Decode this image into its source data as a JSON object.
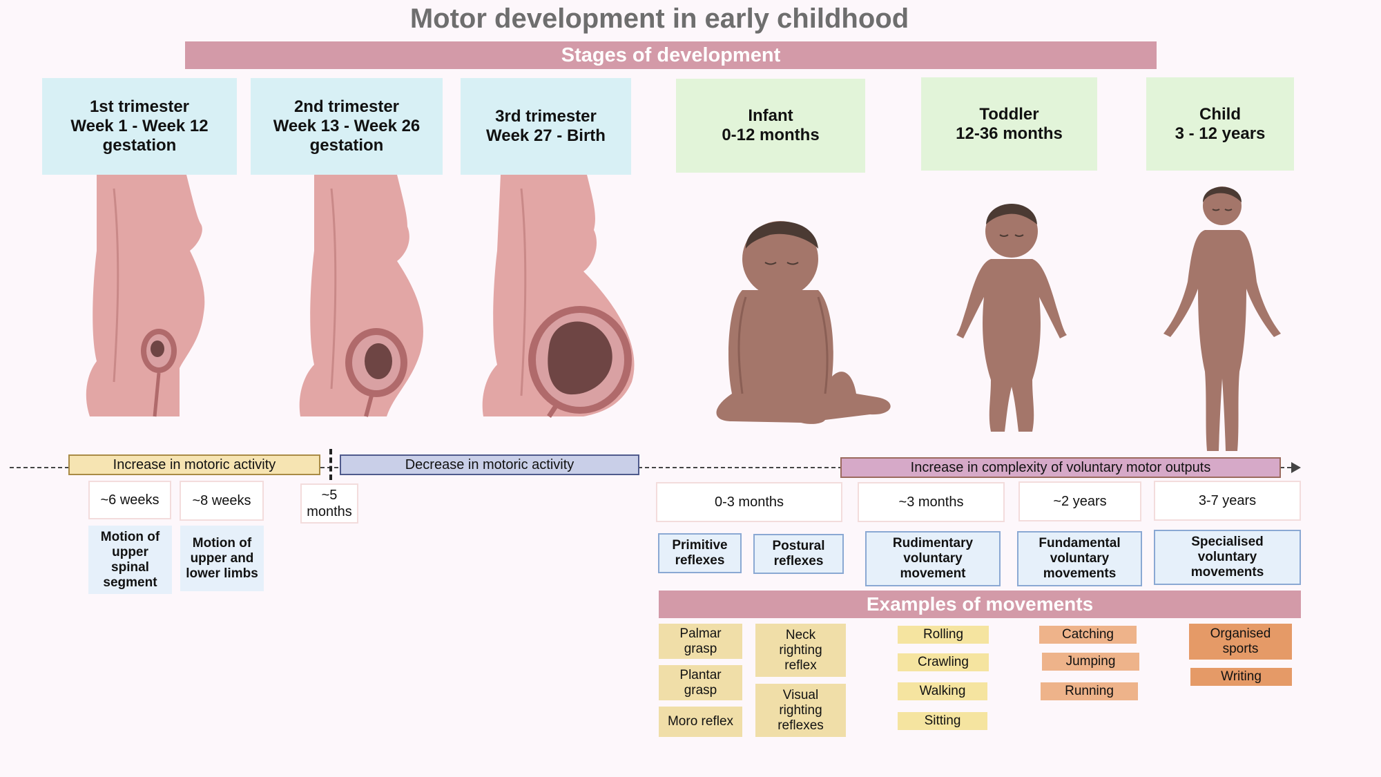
{
  "title": "Motor development in early childhood",
  "stages_bar": "Stages of development",
  "stages": [
    {
      "label": "1st trimester\nWeek 1 - Week 12\ngestation"
    },
    {
      "label": "2nd trimester\nWeek 13 - Week 26\ngestation"
    },
    {
      "label": "3rd trimester\nWeek 27 - Birth"
    },
    {
      "label": "Infant\n0-12 months"
    },
    {
      "label": "Toddler\n12-36 months"
    },
    {
      "label": "Child\n3 - 12 years"
    }
  ],
  "phases": {
    "increase_activity": "Increase in motoric activity",
    "decrease_activity": "Decrease in motoric activity",
    "increase_complexity": "Increase in complexity of voluntary motor outputs"
  },
  "prenatal_ages": [
    "~6 weeks",
    "~8 weeks",
    "~5\nmonths"
  ],
  "prenatal_descriptions": [
    "Motion of\nupper\nspinal\nsegment",
    "Motion of\nupper and\nlower limbs"
  ],
  "postnatal_ages": [
    "0-3 months",
    "~3 months",
    "~2 years",
    "3-7 years"
  ],
  "postnatal_descriptions": [
    "Primitive\nreflexes",
    "Postural\nreflexes",
    "Rudimentary\nvoluntary\nmovement",
    "Fundamental\nvoluntary\nmovements",
    "Specialised\nvoluntary\nmovements"
  ],
  "examples_bar": "Examples of movements",
  "examples": {
    "primitive": [
      "Palmar\ngrasp",
      "Plantar\ngrasp",
      "Moro reflex"
    ],
    "postural": [
      "Neck\nrighting\nreflex",
      "Visual\nrighting\nreflexes"
    ],
    "rudimentary": [
      "Rolling",
      "Crawling",
      "Walking",
      "Sitting"
    ],
    "fundamental": [
      "Catching",
      "Jumping",
      "Running"
    ],
    "specialised": [
      "Organised\nsports",
      "Writing"
    ]
  },
  "colors": {
    "skin_mother": "#e2a6a5",
    "skin_child": "#a4766a",
    "hair": "#4b3a33",
    "fetus": "#6e4544"
  }
}
